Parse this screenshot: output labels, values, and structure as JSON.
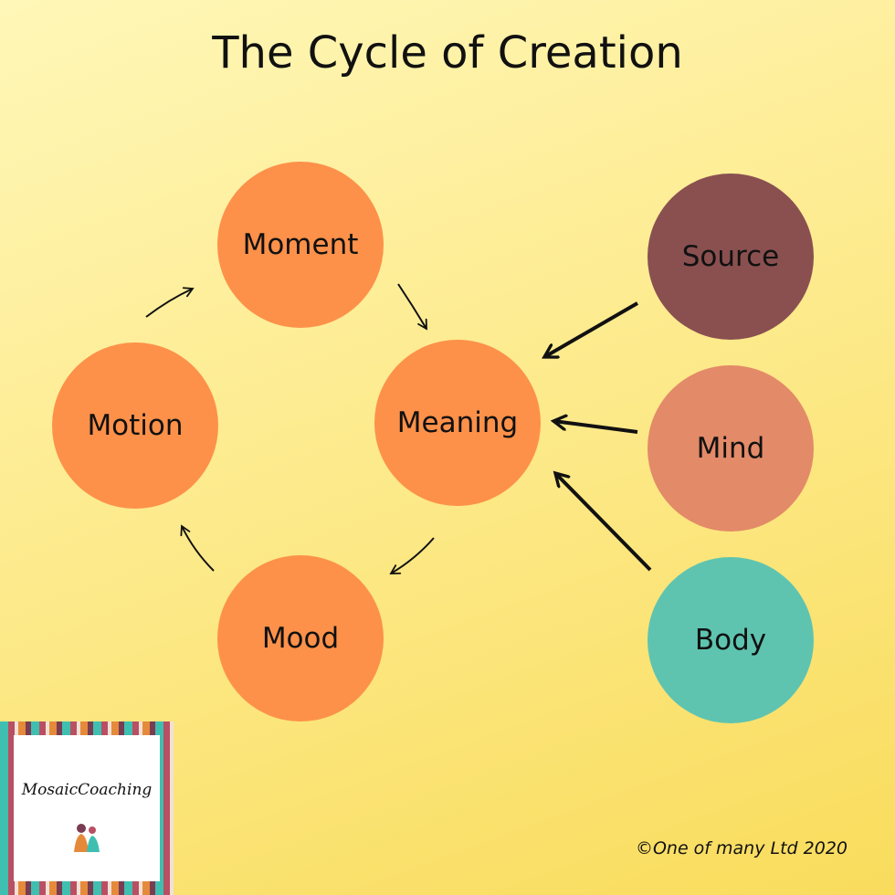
{
  "title": "The Cycle of Creation",
  "nodes": {
    "moment": {
      "label": "Moment",
      "color": "#fd914a"
    },
    "meaning": {
      "label": "Meaning",
      "color": "#fd914a"
    },
    "motion": {
      "label": "Motion",
      "color": "#fd914a"
    },
    "mood": {
      "label": "Mood",
      "color": "#fd914a"
    },
    "source": {
      "label": "Source",
      "color": "#8a5050"
    },
    "mind": {
      "label": "Mind",
      "color": "#e38a68"
    },
    "body": {
      "label": "Body",
      "color": "#5ec4b0"
    }
  },
  "logo": {
    "text": "MosaicCoaching"
  },
  "copyright": "©One of many Ltd 2020"
}
